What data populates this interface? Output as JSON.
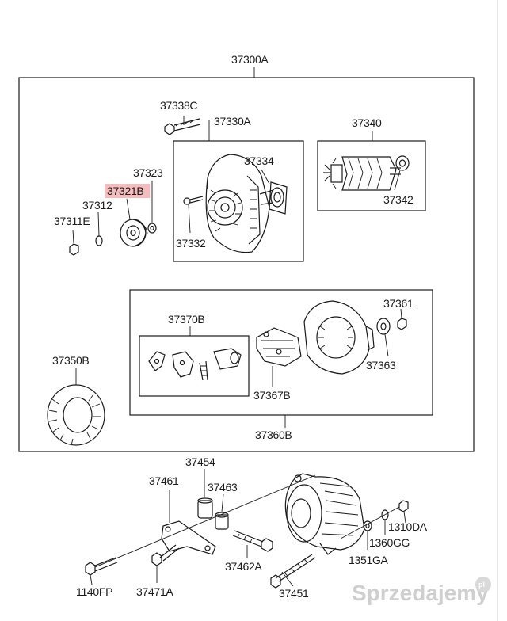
{
  "labels": {
    "p37300A": "37300A",
    "p37338C": "37338C",
    "p37330A": "37330A",
    "p37340": "37340",
    "p37323": "37323",
    "p37334": "37334",
    "p37321B": "37321B",
    "p37312": "37312",
    "p37311E": "37311E",
    "p37332": "37332",
    "p37342": "37342",
    "p37361": "37361",
    "p37370B": "37370B",
    "p37350B": "37350B",
    "p37363": "37363",
    "p37367B": "37367B",
    "p37360B": "37360B",
    "p37454": "37454",
    "p37461": "37461",
    "p37463": "37463",
    "p1310DA": "1310DA",
    "p1360GG": "1360GG",
    "p37462A": "37462A",
    "p1351GA": "1351GA",
    "p1140FP": "1140FP",
    "p37471A": "37471A",
    "p37451": "37451"
  },
  "highlight": {
    "label": "37321B",
    "color": "#f2b6b6"
  },
  "watermark": {
    "text": "Sprzedajemy",
    "badge": "pl"
  }
}
